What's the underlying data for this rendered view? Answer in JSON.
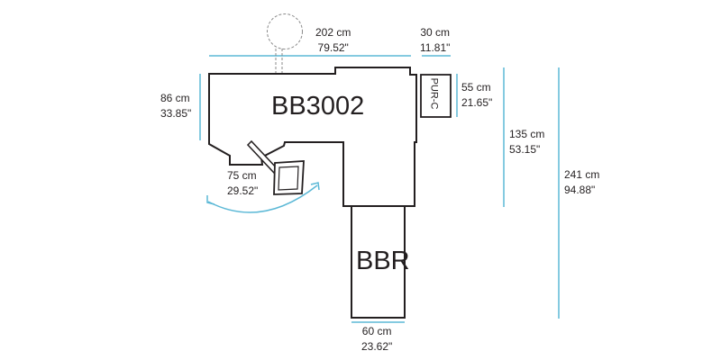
{
  "units": {
    "main": "BB3002",
    "extension": "BBR",
    "side_unit": "PUR-C"
  },
  "dimensions": {
    "width_main": {
      "cm": "202 cm",
      "in": "79.52\""
    },
    "width_side": {
      "cm": "30 cm",
      "in": "11.81\""
    },
    "depth_main": {
      "cm": "86 cm",
      "in": "33.85\""
    },
    "depth_side": {
      "cm": "55 cm",
      "in": "21.65\""
    },
    "depth_top": {
      "cm": "135 cm",
      "in": "53.15\""
    },
    "depth_total": {
      "cm": "241 cm",
      "in": "94.88\""
    },
    "arm_swing": {
      "cm": "75 cm",
      "in": "29.52\""
    },
    "width_extension": {
      "cm": "60 cm",
      "in": "23.62\""
    }
  },
  "colors": {
    "outline": "#231f20",
    "dimension": "#5bb8d6",
    "dashed": "#8a8a8a"
  }
}
